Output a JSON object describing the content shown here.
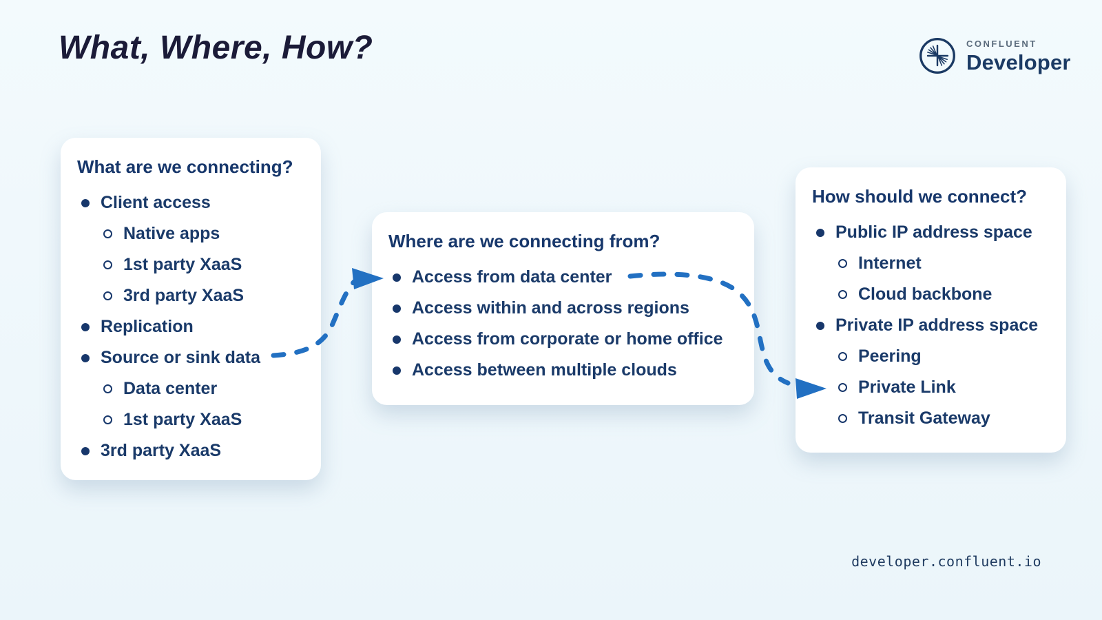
{
  "page": {
    "title": "What, Where, How?",
    "footer_url": "developer.confluent.io"
  },
  "logo": {
    "brand_top": "CONFLUENT",
    "brand_bottom": "Developer",
    "icon": "confluent-starburst-icon"
  },
  "colors": {
    "background": "#ebf5fa",
    "card": "#ffffff",
    "navy_text": "#1a3a69",
    "header_text": "#17376b",
    "title_text": "#1b1b38",
    "arrow_blue": "#2270c2",
    "brand_gray": "#5a6b7c"
  },
  "cards": [
    {
      "title": "What are we connecting?",
      "items": [
        {
          "label": "Client access",
          "level": 1
        },
        {
          "label": "Native apps",
          "level": 2
        },
        {
          "label": "1st party XaaS",
          "level": 2
        },
        {
          "label": "3rd party XaaS",
          "level": 2
        },
        {
          "label": "Replication",
          "level": 1
        },
        {
          "label": "Source or sink data",
          "level": 1
        },
        {
          "label": "Data center",
          "level": 2
        },
        {
          "label": "1st party XaaS",
          "level": 2
        },
        {
          "label": "3rd party XaaS",
          "level": 1
        }
      ]
    },
    {
      "title": "Where are we connecting from?",
      "items": [
        {
          "label": "Access from data center",
          "level": 1
        },
        {
          "label": "Access within and across regions",
          "level": 1
        },
        {
          "label": "Access from corporate or home office",
          "level": 1
        },
        {
          "label": "Access between multiple clouds",
          "level": 1
        }
      ]
    },
    {
      "title": "How should we connect?",
      "items": [
        {
          "label": "Public IP address space",
          "level": 1
        },
        {
          "label": "Internet",
          "level": 2
        },
        {
          "label": "Cloud backbone",
          "level": 2
        },
        {
          "label": "Private IP address space",
          "level": 1
        },
        {
          "label": "Peering",
          "level": 2
        },
        {
          "label": "Private Link",
          "level": 2
        },
        {
          "label": "Transit Gateway",
          "level": 2
        }
      ]
    }
  ],
  "connectors": [
    {
      "from": "Source or sink data",
      "to": "Access from data center",
      "style": "dashed-arrow"
    },
    {
      "from": "Access from data center",
      "to": "Private Link",
      "style": "dashed-arrow"
    }
  ]
}
